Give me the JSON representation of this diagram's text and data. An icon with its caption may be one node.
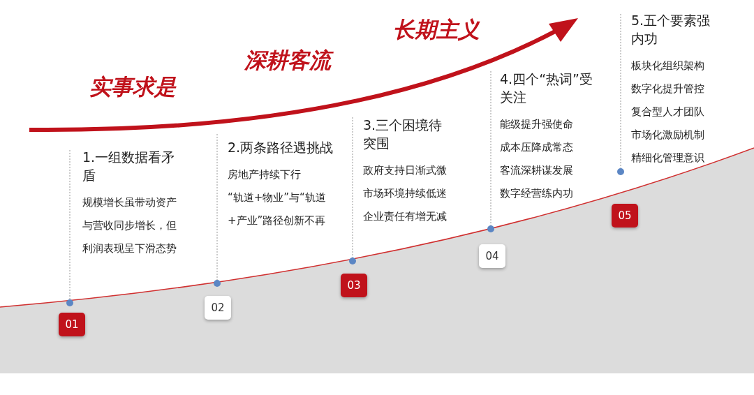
{
  "diagram": {
    "nodes": [
      {
        "text": [
          "1.一组数据看矛盾",
          "规模增长虽带动资产与营收同步增长，但利润表现呈下滑态势"
        ]
      },
      {
        "text": [
          "2.两条路径遇挑战",
          "房地产持续下行",
          "“轨道+物业”与“轨道+产业”路径创新不再"
        ]
      },
      {
        "text": [
          "3.三个困境待突围",
          "政府支持日渐式微",
          "市场环境持续低迷",
          "企业责任有增无减"
        ]
      },
      {
        "text": [
          "4.四个“热词”受关注",
          "能级提升强使命",
          "成本压降成常态",
          "客流深耕谋发展",
          "数字经营练内功"
        ]
      },
      {
        "text": [
          "5.五个要素强内功",
          "板块化组织架构",
          "数字化提升管控",
          "复合型人才团队",
          "市场化激励机制",
          "精细化管理意识"
        ]
      },
      {
        "text": [
          "01"
        ]
      },
      {
        "text": [
          "02"
        ]
      },
      {
        "text": [
          "03"
        ]
      },
      {
        "text": [
          "04"
        ]
      },
      {
        "text": [
          "05"
        ]
      }
    ],
    "labels": [
      "实事求是",
      "深耕客流",
      "长期主义"
    ]
  }
}
